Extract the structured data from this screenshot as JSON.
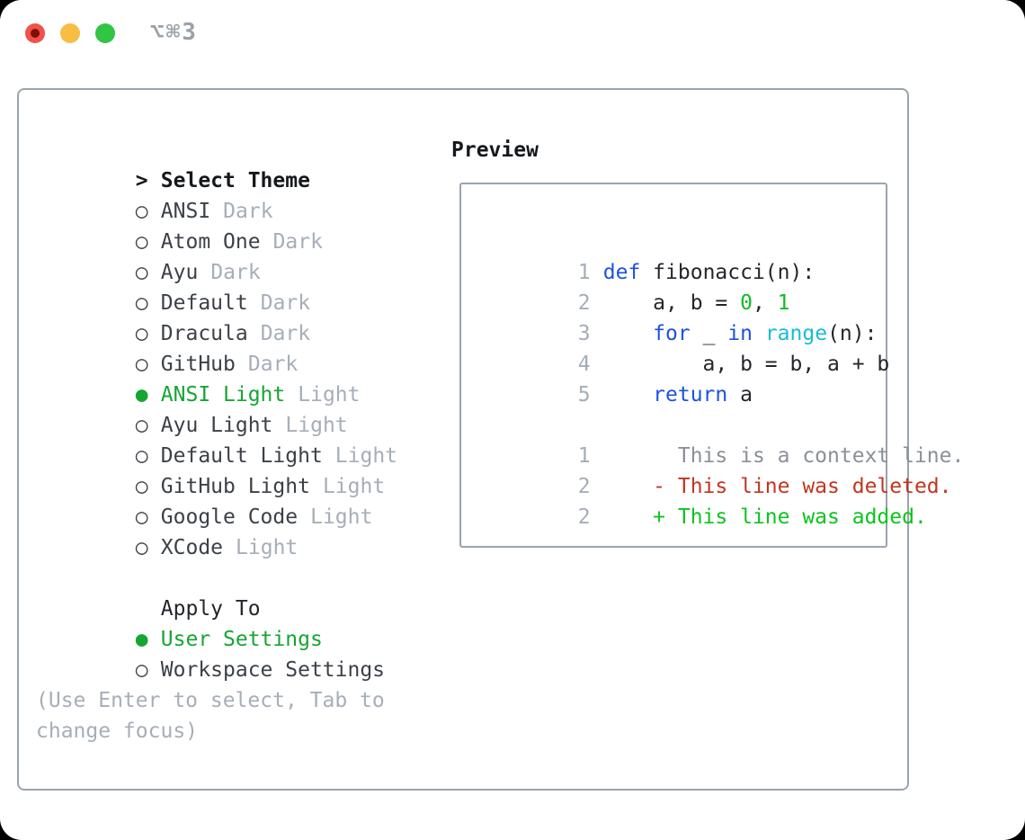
{
  "window": {
    "title": "⌥⌘3"
  },
  "colors": {
    "accent_green": "#16a534",
    "code_number_green": "#0fbd24",
    "diff_added_green": "#0cc41d",
    "diff_deleted_red": "#c2361f",
    "keyword_blue": "#1c52e0",
    "builtin_cyan": "#16bdd0",
    "muted_gray": "#a6aeb8",
    "context_gray": "#8b9097",
    "text_dark": "#3c4148",
    "panel_border": "#9aa3ae",
    "traffic_red": "#f15149",
    "traffic_yellow": "#f7bd45",
    "traffic_green": "#31c546"
  },
  "selector": {
    "marker": ">",
    "title": "Select Theme"
  },
  "themes": [
    {
      "marker": "○",
      "name": "ANSI",
      "tag": "Dark"
    },
    {
      "marker": "○",
      "name": "Atom One",
      "tag": "Dark"
    },
    {
      "marker": "○",
      "name": "Ayu",
      "tag": "Dark"
    },
    {
      "marker": "○",
      "name": "Default",
      "tag": "Dark"
    },
    {
      "marker": "○",
      "name": "Dracula",
      "tag": "Dark"
    },
    {
      "marker": "○",
      "name": "GitHub",
      "tag": "Dark"
    },
    {
      "marker": "●",
      "name": "ANSI Light",
      "tag": "Light"
    },
    {
      "marker": "○",
      "name": "Ayu Light",
      "tag": "Light"
    },
    {
      "marker": "○",
      "name": "Default Light",
      "tag": "Light"
    },
    {
      "marker": "○",
      "name": "GitHub Light",
      "tag": "Light"
    },
    {
      "marker": "○",
      "name": "Google Code",
      "tag": "Light"
    },
    {
      "marker": "○",
      "name": "XCode",
      "tag": "Light"
    }
  ],
  "apply_to": {
    "title": "Apply To",
    "options": [
      {
        "marker": "●",
        "name": "User Settings"
      },
      {
        "marker": "○",
        "name": "Workspace Settings"
      }
    ]
  },
  "hint": "(Use Enter to select, Tab to change focus)",
  "preview": {
    "title": "Preview",
    "code": [
      {
        "num": "1",
        "seg": [
          {
            "t": "def"
          },
          {
            "t": " fibonacci(n):"
          }
        ]
      },
      {
        "num": "2",
        "seg": [
          {
            "t": "    a, b = "
          },
          {
            "t": "0"
          },
          {
            "t": ", "
          },
          {
            "t": "1"
          }
        ]
      },
      {
        "num": "3",
        "seg": [
          {
            "t": "    "
          },
          {
            "t": "for"
          },
          {
            "t": " _ "
          },
          {
            "t": "in"
          },
          {
            "t": " "
          },
          {
            "t": "range"
          },
          {
            "t": "(n):"
          }
        ]
      },
      {
        "num": "4",
        "seg": [
          {
            "t": "        a, b = b, a + b"
          }
        ]
      },
      {
        "num": "5",
        "seg": [
          {
            "t": "    "
          },
          {
            "t": "return"
          },
          {
            "t": " a"
          }
        ]
      }
    ],
    "diff": [
      {
        "num": "1",
        "body": "      This is a context line."
      },
      {
        "num": "2",
        "body": "    - This line was deleted."
      },
      {
        "num": "2",
        "body": "    + This line was added."
      }
    ]
  }
}
